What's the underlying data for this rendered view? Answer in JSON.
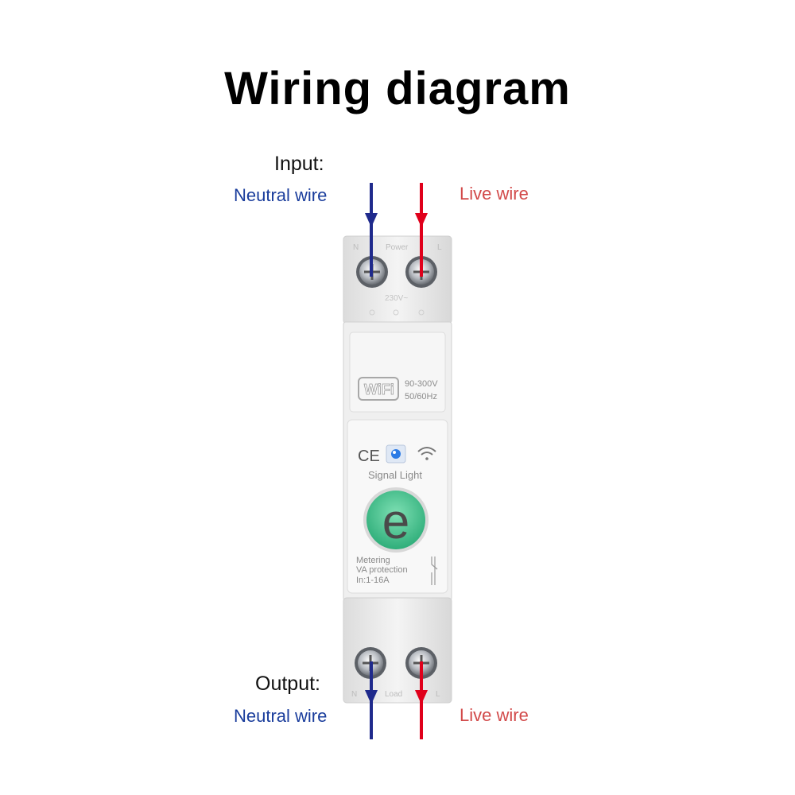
{
  "title": "Wiring diagram",
  "input": {
    "heading": "Input:",
    "neutral": "Neutral wire",
    "live": "Live wire"
  },
  "output": {
    "heading": "Output:",
    "neutral": "Neutral wire",
    "live": "Live wire"
  },
  "device": {
    "top_terminal_labels": [
      "N",
      "Power",
      "L"
    ],
    "bottom_terminal_labels": [
      "N",
      "Load",
      "L"
    ],
    "top_rating": "230V~",
    "wifi_logo": "WiFi",
    "voltage": "90-300V",
    "frequency": "50/60Hz",
    "ce_mark": "CE",
    "signal_light": "Signal Light",
    "button_letter": "e",
    "info_lines": [
      "Metering",
      "VA protection",
      "In:1-16A"
    ]
  },
  "colors": {
    "neutral_wire": "#1f2a8c",
    "live_wire": "#e0001b",
    "button": "#3fbf8c",
    "device_body": "#ececec"
  }
}
